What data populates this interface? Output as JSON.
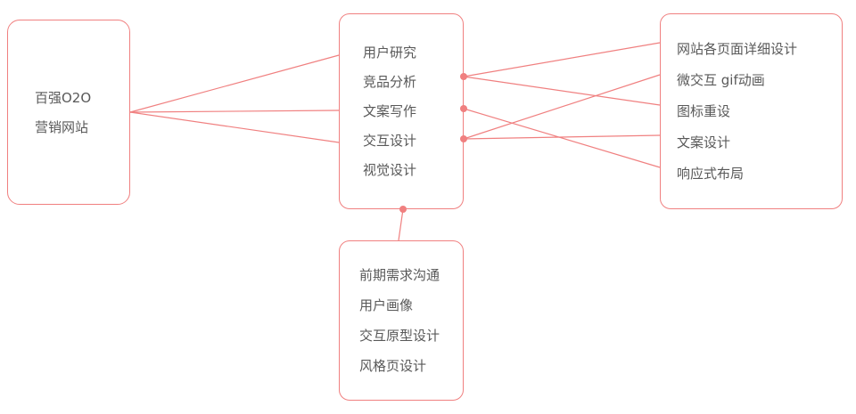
{
  "colors": {
    "accent": "#f08080",
    "text": "#595959",
    "background": "#ffffff"
  },
  "nodes": {
    "root": {
      "label_line1": "百强O2O",
      "label_line2": "营销网站"
    },
    "process": {
      "items": [
        "用户研究",
        "竞品分析",
        "文案写作",
        "交互设计",
        "视觉设计"
      ]
    },
    "deliverables": {
      "items": [
        "网站各页面详细设计",
        "微交互 gif动画",
        "图标重设",
        "文案设计",
        "响应式布局"
      ]
    },
    "early_stage": {
      "items": [
        "前期需求沟通",
        "用户画像",
        "交互原型设计",
        "风格页设计"
      ]
    }
  }
}
